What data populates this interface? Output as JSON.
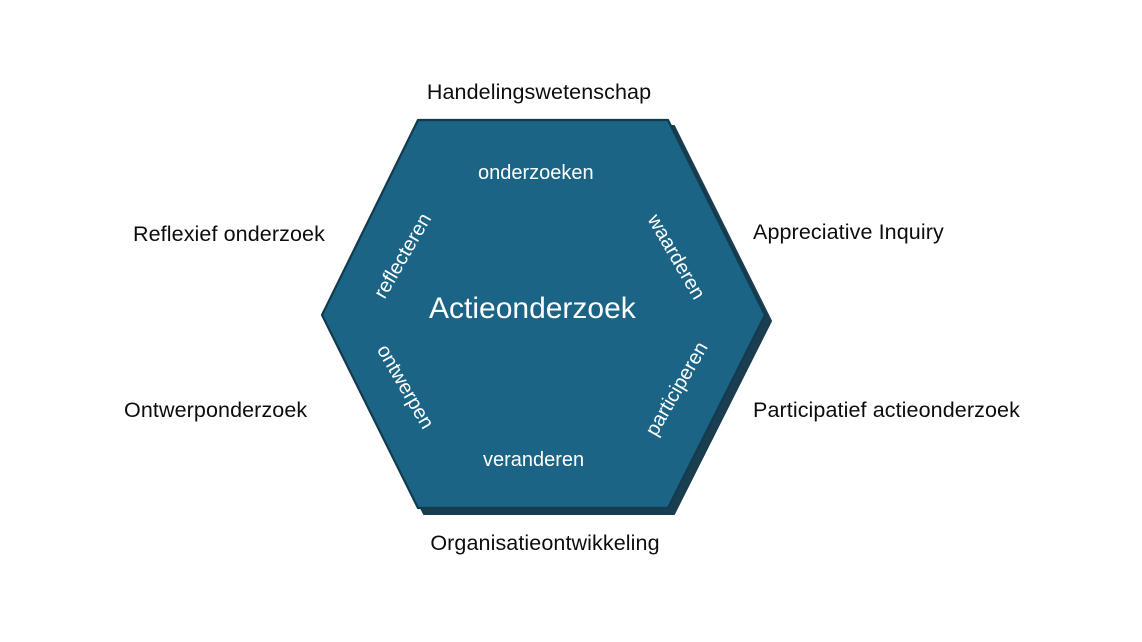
{
  "diagram": {
    "title": "Actieonderzoek hexagon",
    "center_label": "Actieonderzoek",
    "shape": "hexagon",
    "fill_color": "#1B6485",
    "stroke_color": "#123B4F",
    "shadow_color": "#0E3346",
    "text_color_inner": "#FFFFFF",
    "text_color_outer": "#0D0D0D",
    "background_color": "#FFFFFF"
  },
  "inner_labels": [
    {
      "text": "onderzoeken",
      "position": "top",
      "rotation": 0
    },
    {
      "text": "waarderen",
      "position": "upper-right",
      "rotation": 60
    },
    {
      "text": "participeren",
      "position": "lower-right",
      "rotation": -60
    },
    {
      "text": "veranderen",
      "position": "bottom",
      "rotation": 0
    },
    {
      "text": "ontwerpen",
      "position": "lower-left",
      "rotation": 60
    },
    {
      "text": "reflecteren",
      "position": "upper-left",
      "rotation": -60
    }
  ],
  "outer_labels": [
    {
      "text": "Handelingswetenschap",
      "position": "top"
    },
    {
      "text": "Appreciative Inquiry",
      "position": "upper-right"
    },
    {
      "text": "Participatief actieonderzoek",
      "position": "lower-right"
    },
    {
      "text": "Organisatieontwikkeling",
      "position": "bottom"
    },
    {
      "text": "Ontwerponderzoek",
      "position": "lower-left"
    },
    {
      "text": "Reflexief onderzoek",
      "position": "upper-left"
    }
  ]
}
